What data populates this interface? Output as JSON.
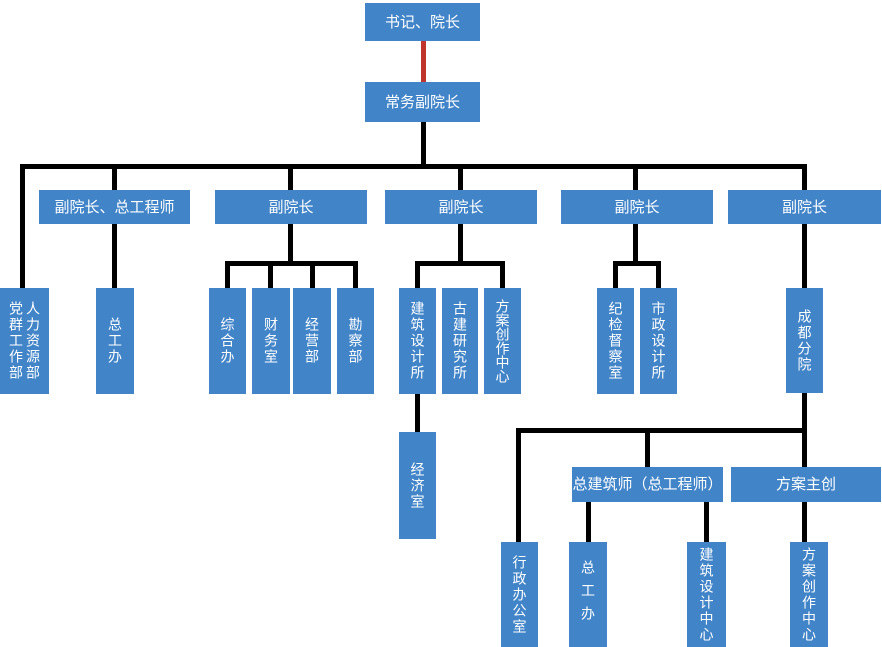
{
  "diagram": {
    "type": "org-chart",
    "colors": {
      "node_fill": "#4184C8",
      "node_text": "#FFFFFF",
      "connector": "#000000",
      "accent_connector": "#C0342E"
    },
    "nodes": {
      "secretary_president": "书记、院长",
      "executive_vice_president": "常务副院长",
      "vp_chief_engineer": "副院长、总工程师",
      "vice_president_1": "副院长",
      "vice_president_2": "副院长",
      "vice_president_3": "副院长",
      "vice_president_4": "副院长",
      "party_mass_work_dept": "党群工作部",
      "hr_dept": "人力资源部",
      "chief_engineer_office": "总工办",
      "general_office": "综合办",
      "finance_office": "财务室",
      "operations_dept": "经营部",
      "survey_dept": "勘察部",
      "architecture_design_institute": "建筑设计所",
      "ancient_architecture_institute": "古建研究所",
      "scheme_creation_center": "方案创作中心",
      "discipline_inspection_office": "纪检督察室",
      "municipal_design_institute": "市政设计所",
      "chengdu_branch": "成都分院",
      "economics_office": "经济室",
      "chief_architect": "总建筑师（总工程师）",
      "scheme_lead": "方案主创",
      "admin_office": "行政办公室",
      "branch_chief_engineer_office": "总工办",
      "architecture_design_center": "建筑设计中心",
      "branch_scheme_creation_center": "方案创作中心"
    },
    "hierarchy": {
      "secretary_president": [
        "executive_vice_president"
      ],
      "executive_vice_president": [
        "party_mass_work_dept+hr_dept",
        "vp_chief_engineer",
        "vice_president_1",
        "vice_president_2",
        "vice_president_3",
        "vice_president_4"
      ],
      "vp_chief_engineer": [
        "chief_engineer_office"
      ],
      "vice_president_1": [
        "general_office",
        "finance_office",
        "operations_dept",
        "survey_dept"
      ],
      "vice_president_2": [
        "architecture_design_institute",
        "ancient_architecture_institute",
        "scheme_creation_center"
      ],
      "vice_president_3": [
        "discipline_inspection_office",
        "municipal_design_institute"
      ],
      "vice_president_4": [
        "chengdu_branch"
      ],
      "architecture_design_institute": [
        "economics_office"
      ],
      "chengdu_branch": [
        "admin_office",
        "chief_architect",
        "scheme_lead"
      ],
      "chief_architect": [
        "branch_chief_engineer_office",
        "architecture_design_center"
      ],
      "scheme_lead": [
        "branch_scheme_creation_center"
      ]
    },
    "accent_edge": [
      "secretary_president",
      "executive_vice_president"
    ]
  }
}
